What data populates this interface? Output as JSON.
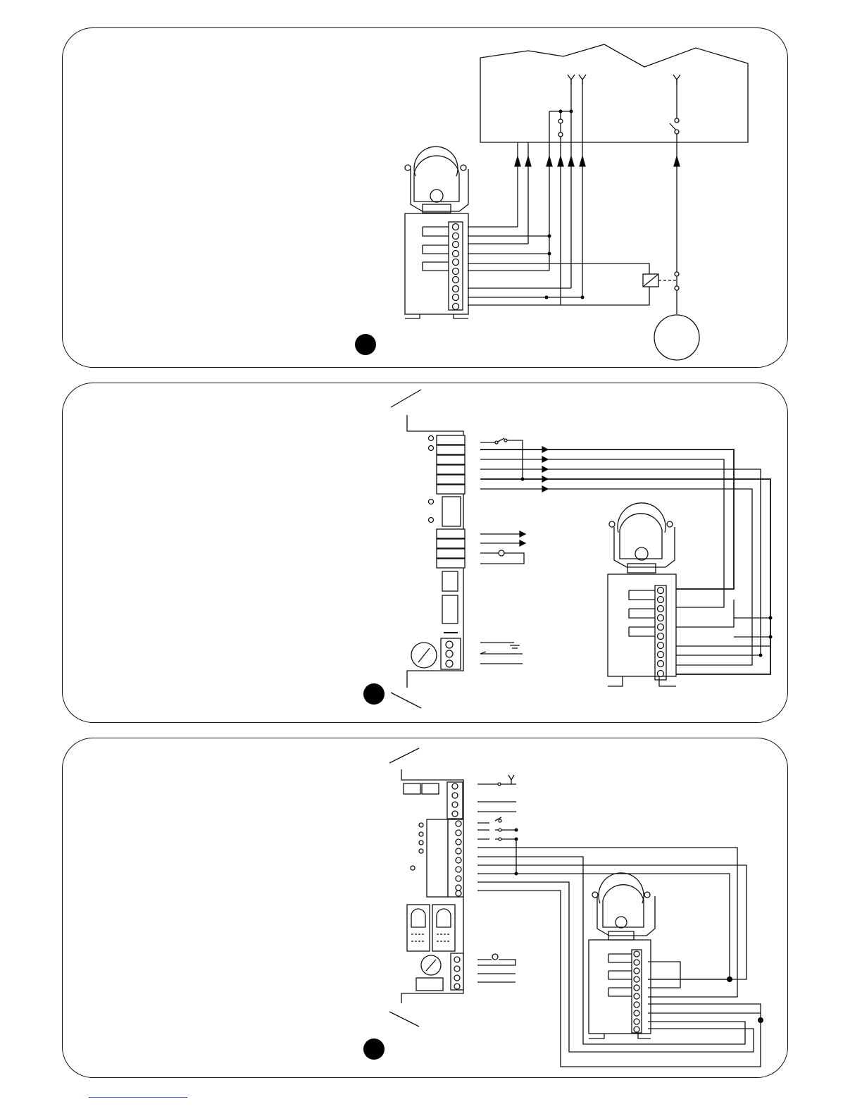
{
  "panels": [
    {
      "id": "fig-1",
      "kind": "detector-to-control-unit"
    },
    {
      "id": "fig-2",
      "kind": "detector-to-control-board"
    },
    {
      "id": "fig-3",
      "kind": "detector-to-control-board"
    }
  ],
  "colors": {
    "line": "#111111",
    "marker": "#000000",
    "link": "#3b5bd6"
  }
}
